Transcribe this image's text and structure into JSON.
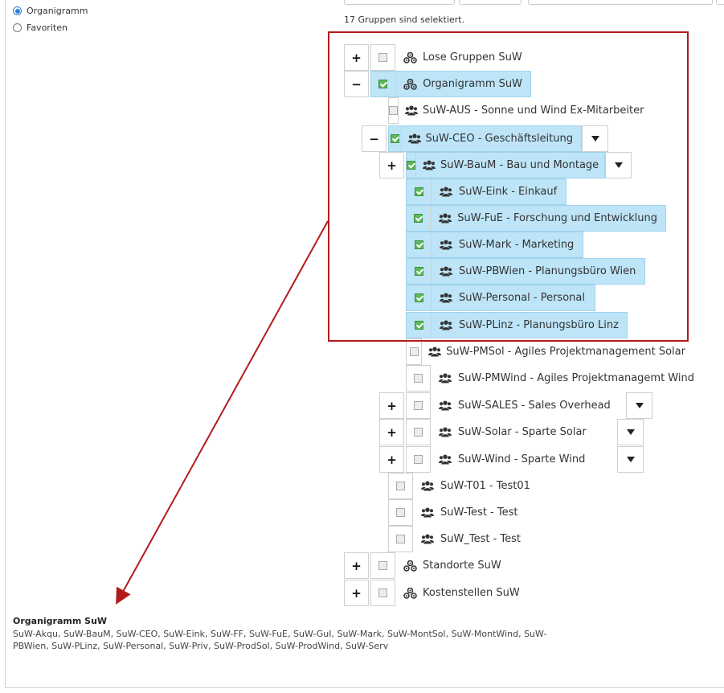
{
  "view_options": {
    "organigramm_label": "Organigramm",
    "favoriten_label": "Favoriten"
  },
  "selection": {
    "count_text": "17 Gruppen sind selektiert."
  },
  "tree": [
    {
      "id": "n0",
      "label": "Lose Gruppen SuW",
      "icon": "sitemap-icon",
      "level": 0,
      "toggle": "+",
      "checked": false,
      "dropdown": false
    },
    {
      "id": "n1",
      "label": "Organigramm SuW",
      "icon": "sitemap-icon",
      "level": 0,
      "toggle": "−",
      "checked": true,
      "dropdown": false
    },
    {
      "id": "n2",
      "label": "SuW-AUS - Sonne und Wind Ex-Mitarbeiter",
      "icon": "users-icon",
      "level": 1,
      "toggle": "",
      "checked": false,
      "dropdown": false
    },
    {
      "id": "n3",
      "label": "SuW-CEO - Geschäftsleitung",
      "icon": "users-icon",
      "level": 1,
      "toggle": "−",
      "checked": true,
      "dropdown": true
    },
    {
      "id": "n4",
      "label": "SuW-BauM - Bau und Montage",
      "icon": "users-icon",
      "level": 2,
      "toggle": "+",
      "checked": true,
      "dropdown": true
    },
    {
      "id": "n5",
      "label": "SuW-Eink - Einkauf",
      "icon": "users-icon",
      "level": 2,
      "toggle": "",
      "checked": true,
      "dropdown": false
    },
    {
      "id": "n6",
      "label": "SuW-FuE - Forschung und Entwicklung",
      "icon": "users-icon",
      "level": 2,
      "toggle": "",
      "checked": true,
      "dropdown": false
    },
    {
      "id": "n7",
      "label": "SuW-Mark - Marketing",
      "icon": "users-icon",
      "level": 2,
      "toggle": "",
      "checked": true,
      "dropdown": false
    },
    {
      "id": "n8",
      "label": "SuW-PBWien - Planungsbüro Wien",
      "icon": "users-icon",
      "level": 2,
      "toggle": "",
      "checked": true,
      "dropdown": false
    },
    {
      "id": "n9",
      "label": "SuW-Personal - Personal",
      "icon": "users-icon",
      "level": 2,
      "toggle": "",
      "checked": true,
      "dropdown": false
    },
    {
      "id": "n10",
      "label": "SuW-PLinz - Planungsbüro Linz",
      "icon": "users-icon",
      "level": 2,
      "toggle": "",
      "checked": true,
      "dropdown": false
    },
    {
      "id": "n11",
      "label": "SuW-PMSol - Agiles Projektmanagement Solar",
      "icon": "users-icon",
      "level": 2,
      "toggle": "",
      "checked": false,
      "dropdown": false
    },
    {
      "id": "n12",
      "label": "SuW-PMWind - Agiles Projektmanagemt Wind",
      "icon": "users-icon",
      "level": 2,
      "toggle": "",
      "checked": false,
      "dropdown": false
    },
    {
      "id": "n13",
      "label": "SuW-SALES - Sales Overhead",
      "icon": "users-icon",
      "level": 2,
      "toggle": "+",
      "checked": false,
      "dropdown": true
    },
    {
      "id": "n14",
      "label": "SuW-Solar - Sparte Solar",
      "icon": "users-icon",
      "level": 2,
      "toggle": "+",
      "checked": false,
      "dropdown": true
    },
    {
      "id": "n15",
      "label": "SuW-Wind - Sparte Wind",
      "icon": "users-icon",
      "level": 2,
      "toggle": "+",
      "checked": false,
      "dropdown": true
    },
    {
      "id": "n16",
      "label": "SuW-T01 - Test01",
      "icon": "users-icon",
      "level": 1,
      "toggle": "",
      "checked": false,
      "dropdown": false
    },
    {
      "id": "n17",
      "label": "SuW-Test - Test",
      "icon": "users-icon",
      "level": 1,
      "toggle": "",
      "checked": false,
      "dropdown": false
    },
    {
      "id": "n18",
      "label": "SuW_Test - Test",
      "icon": "users-icon",
      "level": 1,
      "toggle": "",
      "checked": false,
      "dropdown": false
    },
    {
      "id": "n19",
      "label": "Standorte SuW",
      "icon": "sitemap-icon",
      "level": 0,
      "toggle": "+",
      "checked": false,
      "dropdown": false
    },
    {
      "id": "n20",
      "label": "Kostenstellen SuW",
      "icon": "sitemap-icon",
      "level": 0,
      "toggle": "+",
      "checked": false,
      "dropdown": false
    }
  ],
  "info": {
    "title": "Organigramm SuW",
    "text": "SuW-Akqu, SuW-BauM, SuW-CEO, SuW-Eink, SuW-FF, SuW-FuE, SuW-GuI, SuW-Mark, SuW-MontSol, SuW-MontWind, SuW-PBWien, SuW-PLinz, SuW-Personal, SuW-Priv, SuW-ProdSol, SuW-ProdWind, SuW-Serv"
  },
  "colors": {
    "selected_bg": "#bde4f7",
    "check_green": "#5cb85c",
    "highlight_red": "#b31b1b",
    "radio_blue": "#2f7fd6"
  }
}
